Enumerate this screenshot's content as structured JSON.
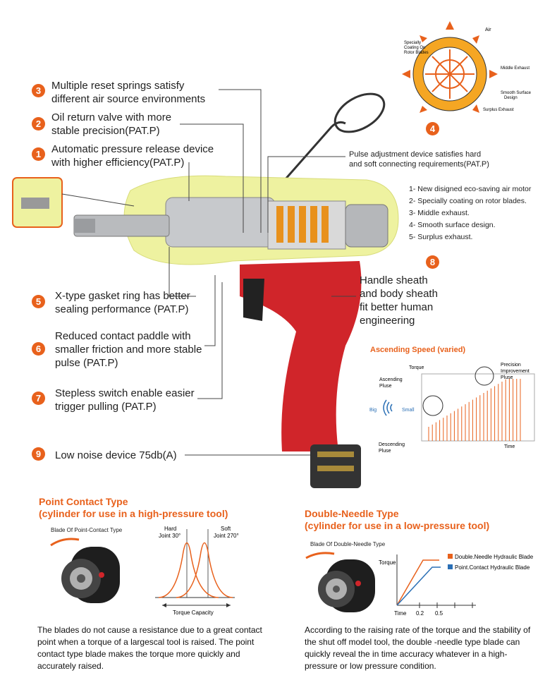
{
  "features": {
    "f3": {
      "num": "3",
      "text1": "Multiple reset springs satisfy",
      "text2": "different air source environments"
    },
    "f2": {
      "num": "2",
      "text1": "Oil return valve with more",
      "text2": "stable precision(PAT.P)"
    },
    "f1": {
      "num": "1",
      "text1": "Automatic pressure release device",
      "text2": "with higher efficiency(PAT.P)"
    },
    "f5": {
      "num": "5",
      "text1": "X-type gasket ring has better",
      "text2": "sealing performance (PAT.P)"
    },
    "f6": {
      "num": "6",
      "text1": "Reduced contact paddle with",
      "text2": "smaller friction and more stable",
      "text3": "pulse (PAT.P)"
    },
    "f7": {
      "num": "7",
      "text1": "Stepless switch enable easier",
      "text2": "trigger pulling (PAT.P)"
    },
    "f9": {
      "num": "9",
      "text1": "Low noise device 75db(A)"
    },
    "f8": {
      "num": "8",
      "text1": "Handle sheath",
      "text2": "and body sheath",
      "text3": "fit better human",
      "text4": "engineering"
    },
    "f4": {
      "num": "4"
    }
  },
  "pulse": {
    "line1": "Pulse adjustment device satisfies hard",
    "line2": "and soft connecting requirements(PAT.P)"
  },
  "motor_list": [
    "1- New disigned eco-saving air motor",
    "2- Specially coating on rotor blades.",
    "3- Middle exhaust.",
    "4- Smooth surface design.",
    "5- Surplus exhaust."
  ],
  "rotor_diagram": {
    "air": "Air",
    "specially1": "Specially",
    "specially2": "Coating On",
    "specially3": "Rotor Blades",
    "middle_exhaust": "Middle Exhaust",
    "smooth1": "Smooth Surface",
    "smooth2": "Design",
    "surplus": "Surplus Exhaust"
  },
  "speed_chart": {
    "title": "Ascending Speed (varied)",
    "torque": "Torque",
    "ascending1": "Ascending",
    "ascending2": "Pluse",
    "precision1": "Precision",
    "precision2": "Improvement",
    "precision3": "Pluse",
    "big": "Big",
    "small": "Small",
    "descending1": "Descending",
    "descending2": "Pluse",
    "time": "Time"
  },
  "point_contact": {
    "title1": "Point Contact Type",
    "title2": "(cylinder for use in a high-pressure tool)",
    "blade_label": "Blade Of Point-Contact Type",
    "hard1": "Hard",
    "hard2": "Joint 30°",
    "soft1": "Soft",
    "soft2": "Joint 270°",
    "capacity": "Torque Capacity",
    "desc": "The blades do not cause a resistance due to a great contact point when a torque of a largescal tool is raised. The point contact type blade makes the torque more quickly and accurately raised."
  },
  "double_needle": {
    "title1": "Double-Needle Type",
    "title2": "(cylinder for use in a low-pressure tool)",
    "blade_label": "Blade Of Double-Needle Type",
    "torque": "Torque",
    "time": "Time",
    "tick1": "0.2",
    "tick2": "0.5",
    "legend1": "Double.Needle Hydraulic Blade",
    "legend2": "Point.Contact Hydraulic Blade",
    "desc": "According to the raising rate of the torque and the stability of the shut off model tool, the double -needle type blade can quickly reveal the in time accuracy whatever in a high-pressure or low pressure condition."
  },
  "colors": {
    "accent": "#e8611c",
    "blue": "#2a6fb5",
    "handle": "#d0252a",
    "body": "#eef2a0"
  }
}
